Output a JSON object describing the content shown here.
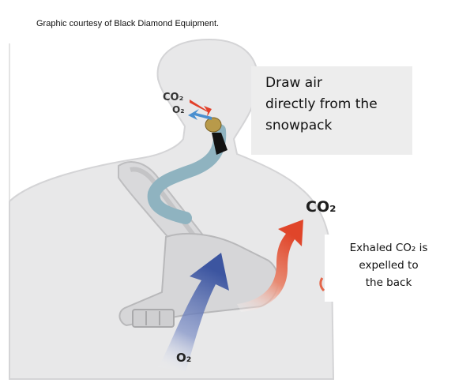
{
  "credit": "Graphic courtesy of Black Diamond Equipment.",
  "callouts": {
    "draw_air": "Draw air\ndirectly from the\nsnowpack",
    "exhaled": "Exhaled CO₂ is\nexpelled to\nthe back"
  },
  "labels": {
    "co2_face": "CO₂",
    "o2_face": "O₂",
    "co2_arm": "CO₂",
    "o2_bottom": "O₂"
  },
  "colors": {
    "body": "#e9e9ea",
    "harness": "#dcdcdc",
    "hose": "#8fb3c0",
    "co2_arrow": "#e25b3a",
    "o2_arrow": "#4a61a8"
  }
}
